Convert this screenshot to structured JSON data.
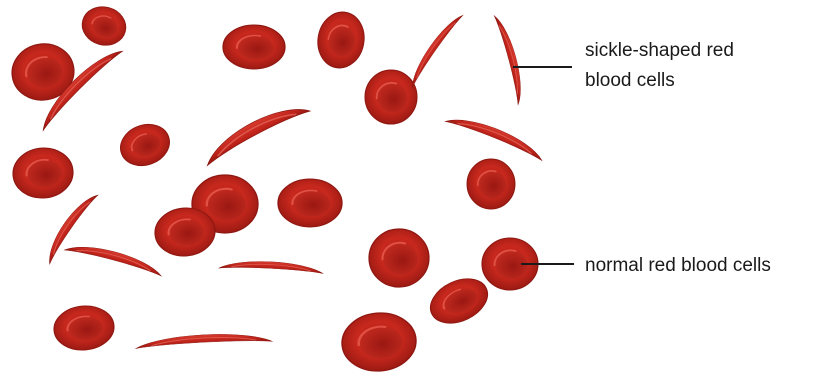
{
  "labels": {
    "sickle_line1": "sickle-shaped red",
    "sickle_line2": "blood cells",
    "normal": "normal red blood cells"
  },
  "colors": {
    "cell_fill": "#c3251c",
    "cell_edge": "#8e1711",
    "cell_inner": "#a91d16",
    "cell_highlight": "#e5584b",
    "pointer_line": "#1a1a1a"
  }
}
